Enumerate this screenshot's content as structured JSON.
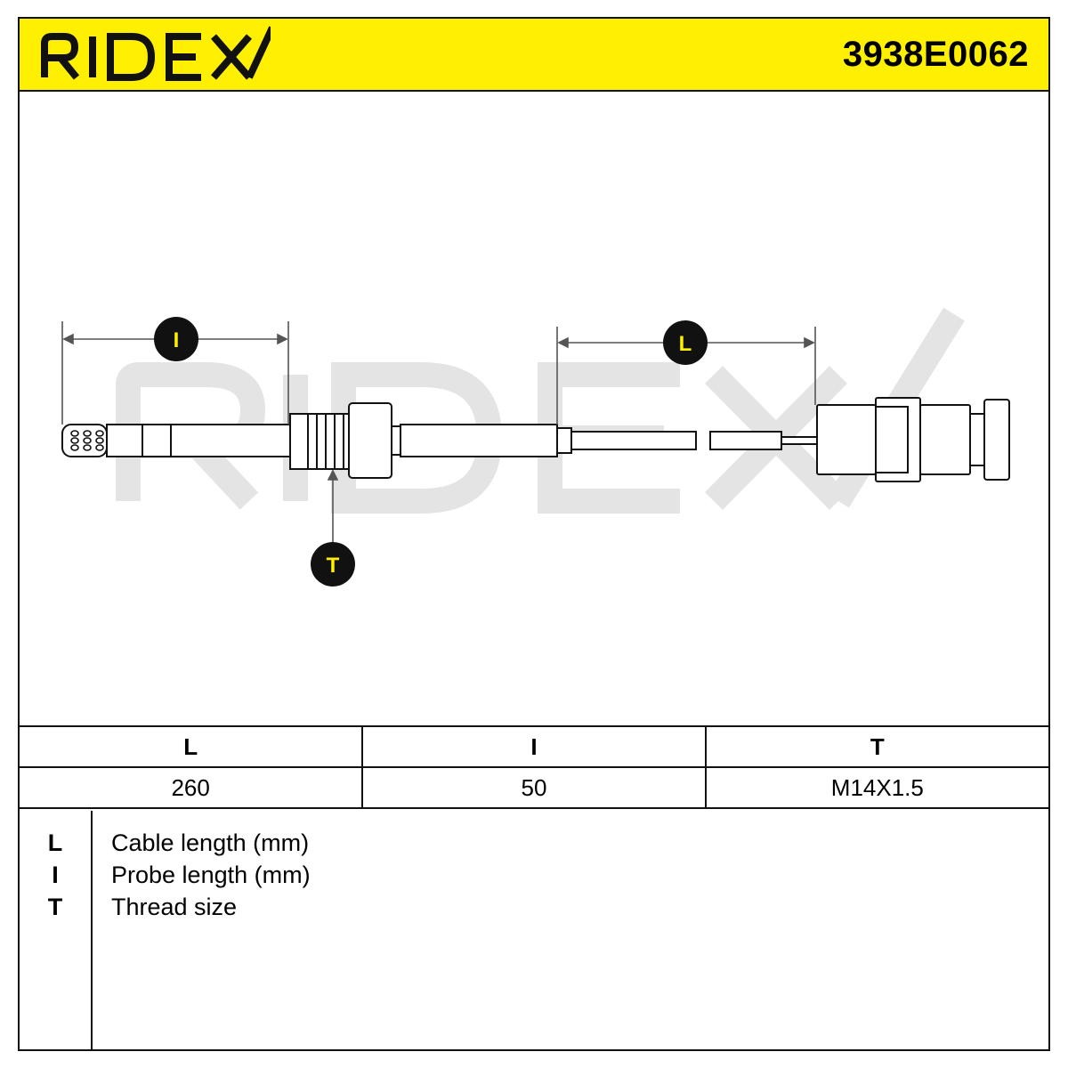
{
  "header": {
    "brand": "RIDEX",
    "part_number": "3938E0062",
    "brand_color": "#ffef00"
  },
  "diagram": {
    "callouts": {
      "probe": "I",
      "cable": "L",
      "thread": "T"
    },
    "watermark": "RIDEX"
  },
  "specs": {
    "headers": [
      "L",
      "I",
      "T"
    ],
    "values": [
      "260",
      "50",
      "M14X1.5"
    ]
  },
  "legend": [
    {
      "key": "L",
      "desc": "Cable length (mm)"
    },
    {
      "key": "I",
      "desc": "Probe length (mm)"
    },
    {
      "key": "T",
      "desc": "Thread size"
    }
  ]
}
